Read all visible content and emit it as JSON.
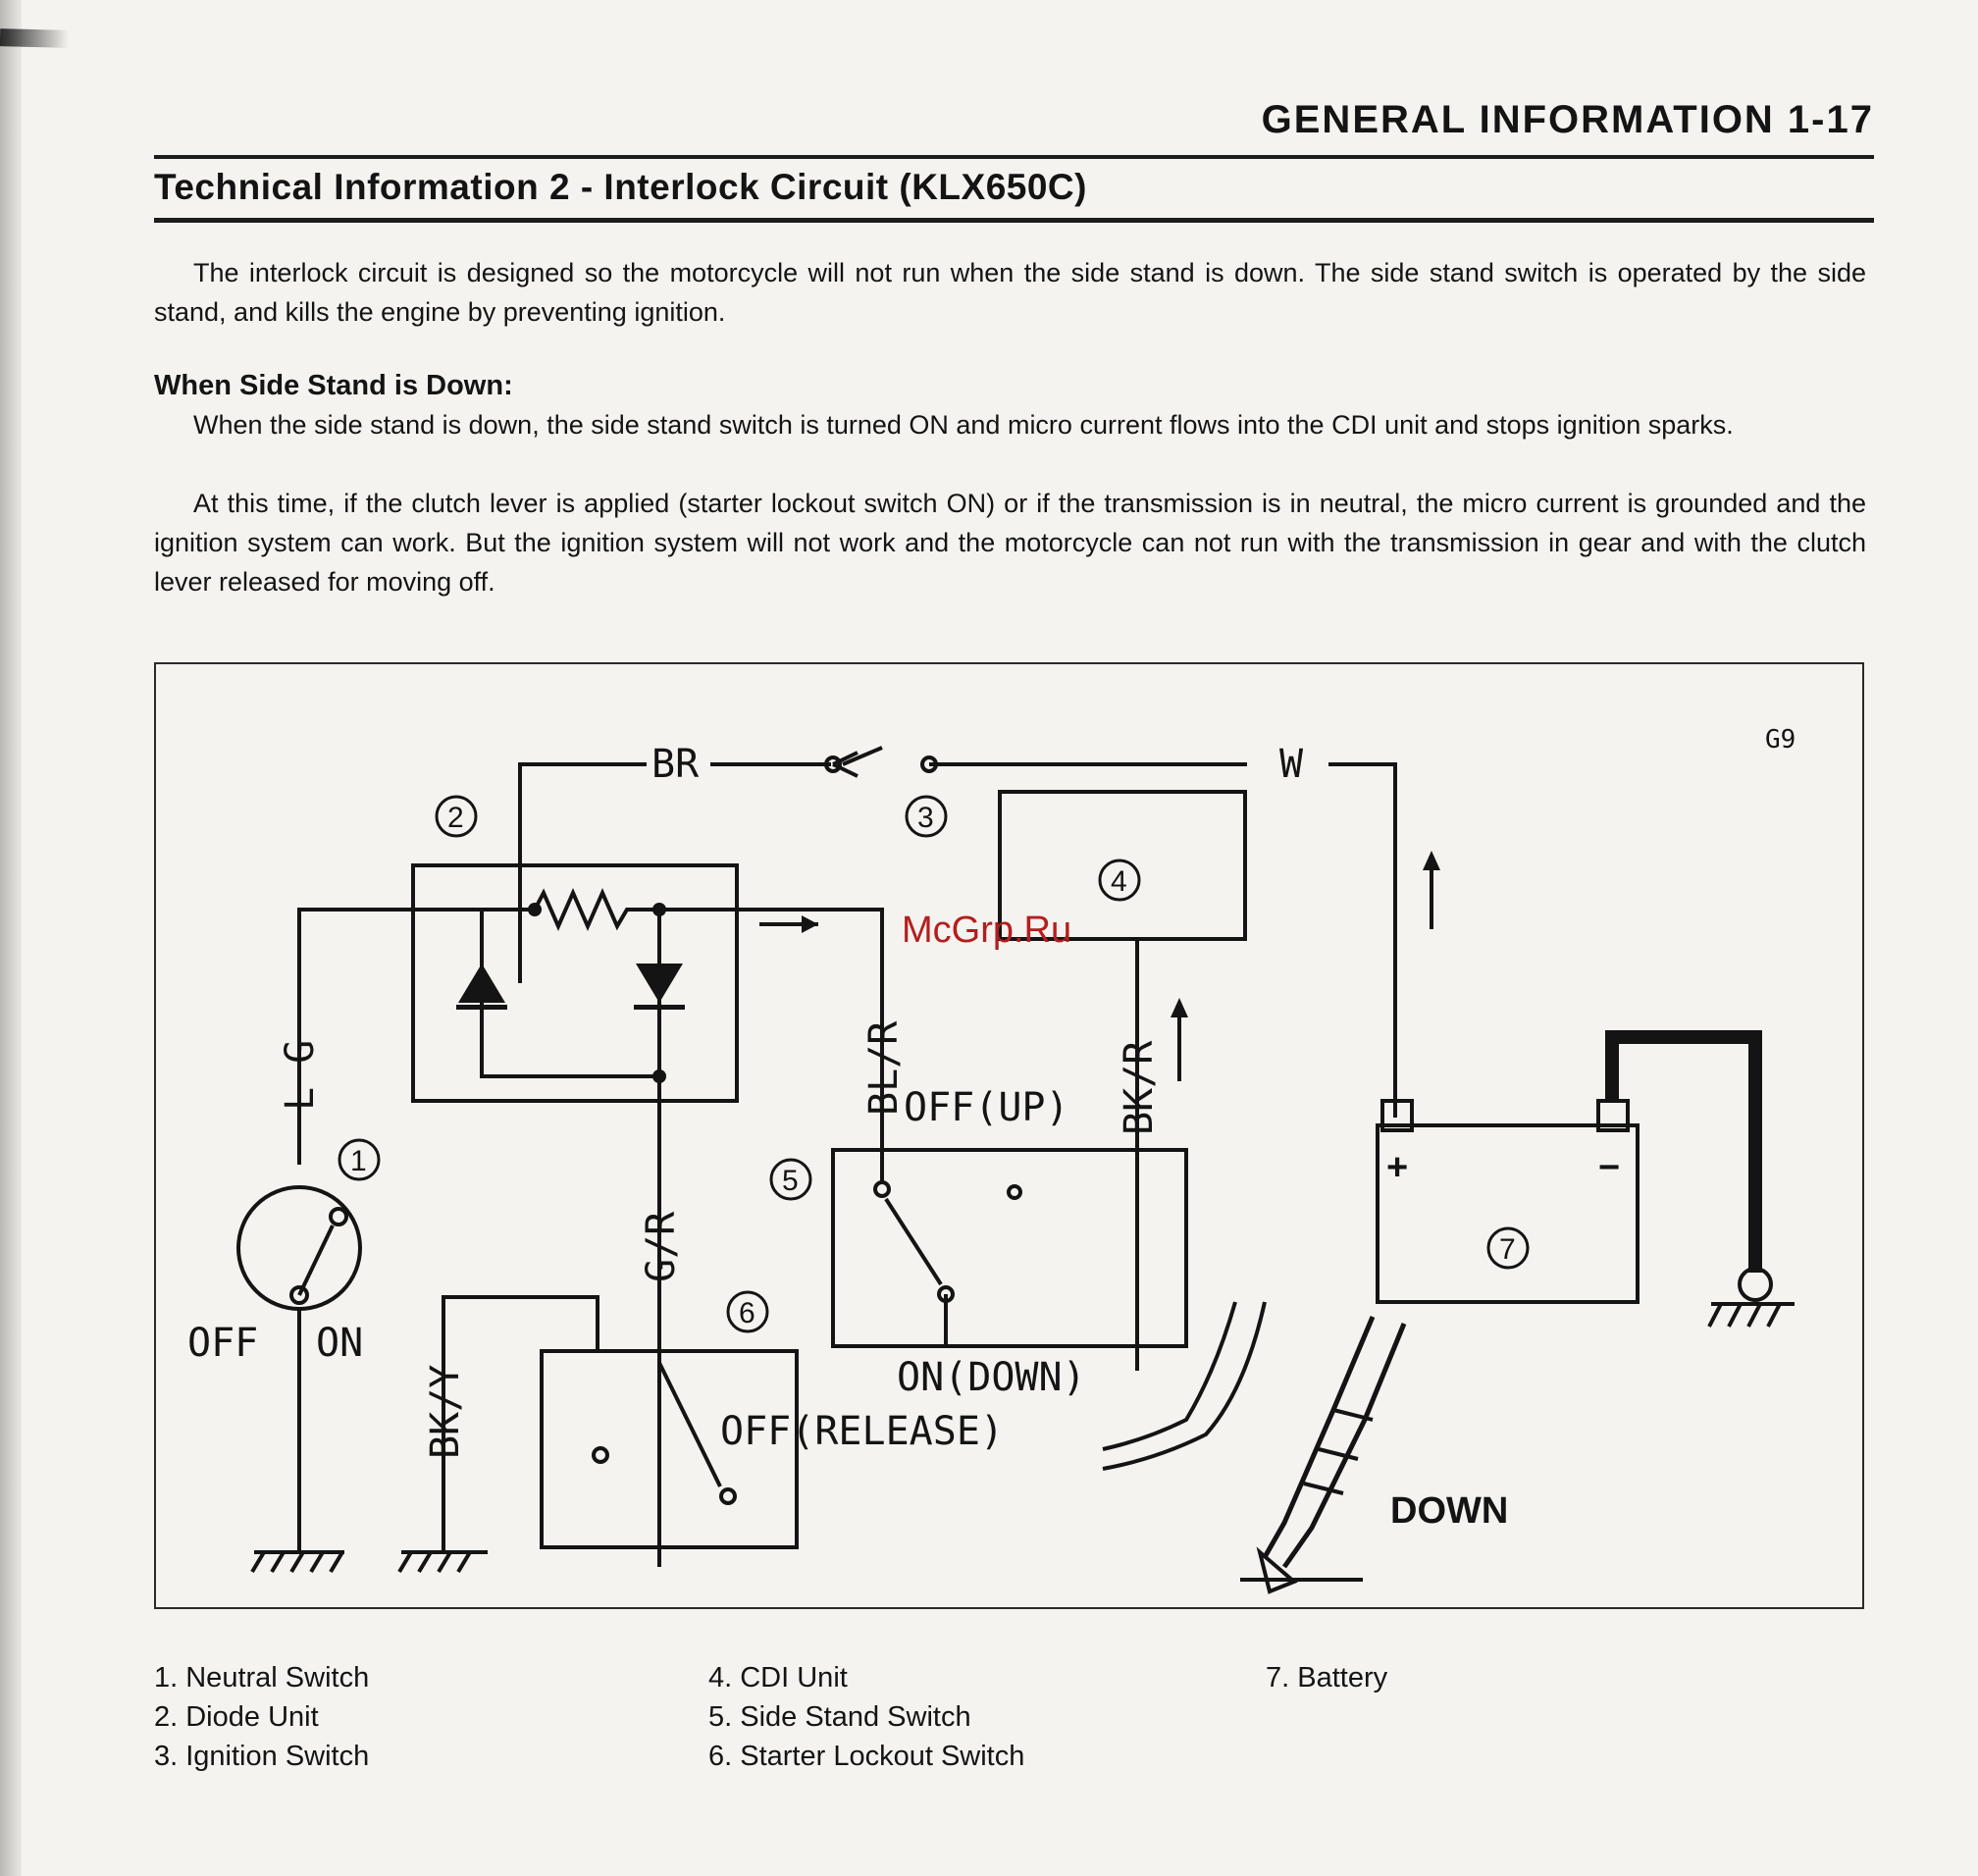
{
  "page": {
    "header": "GENERAL INFORMATION  1-17",
    "title": "Technical Information 2 - Interlock Circuit (KLX650C)"
  },
  "body": {
    "intro": "The interlock circuit is designed so the motorcycle will not run when the side stand is down.  The side stand switch is operated by the side stand, and kills the engine by preventing ignition.",
    "subheading": "When Side Stand is Down:",
    "para1": "When the side stand is down, the side stand switch is turned ON and micro current flows into the CDI unit and stops ignition sparks.",
    "para2": "At this time, if the clutch lever is applied (starter lockout switch ON) or if the transmission is in neutral, the micro current is grounded and the ignition system can work.  But the ignition system will not work and the motorcycle can not run with the transmission in gear and with the clutch lever released for moving off."
  },
  "diagram": {
    "code": "G9",
    "watermark": "McGrp.Ru",
    "wires": {
      "br": "BR",
      "w": "W",
      "lg": "L G",
      "blr": "BL/R",
      "bkr": "BK/R",
      "gr": "G/R",
      "bky": "BK/Y"
    },
    "states": {
      "off_up": "OFF(UP)",
      "on_down": "ON(DOWN)",
      "off_release": "OFF(RELEASE)",
      "off": "OFF",
      "on": "ON"
    },
    "down_label": "DOWN",
    "plus": "+",
    "minus": "−",
    "numbers": [
      "1",
      "2",
      "3",
      "4",
      "5",
      "6",
      "7"
    ]
  },
  "legend": {
    "col1": [
      "1. Neutral Switch",
      "2. Diode Unit",
      "3. Ignition Switch"
    ],
    "col2": [
      "4. CDI Unit",
      "5. Side Stand Switch",
      "6. Starter Lockout Switch"
    ],
    "col3": [
      "7. Battery"
    ]
  }
}
